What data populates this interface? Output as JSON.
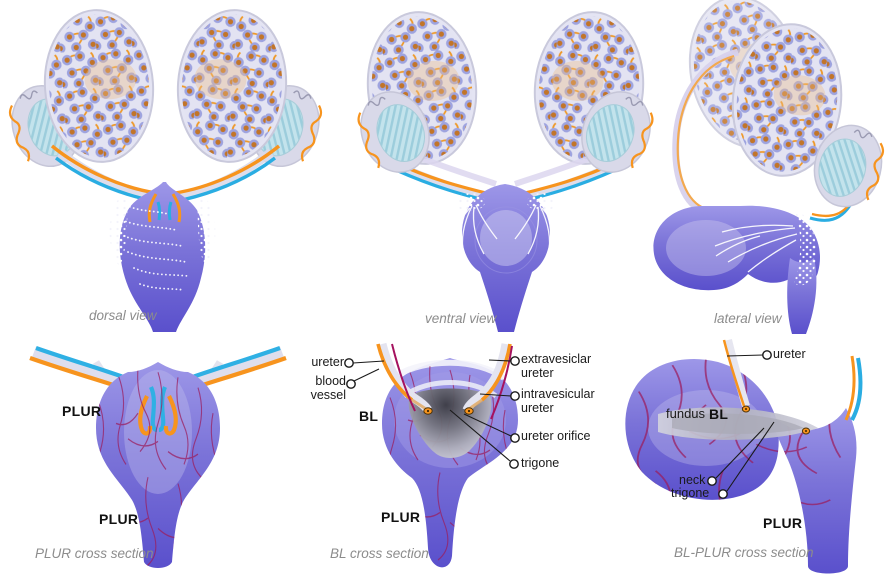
{
  "panels": {
    "dorsal": {
      "caption": "dorsal view"
    },
    "ventral": {
      "caption": "ventral view"
    },
    "lateral": {
      "caption": "lateral view"
    },
    "plur_cross": {
      "caption": "PLUR cross section",
      "labels": {
        "plur_upper": "PLUR",
        "plur_lower": "PLUR"
      }
    },
    "bl_cross": {
      "caption": "BL cross section",
      "labels": {
        "ureter": "ureter",
        "blood_vessel_line1": "blood",
        "blood_vessel_line2": "vessel",
        "bl": "BL",
        "extravesicular_line1": "extravesiclar",
        "extravesicular_line2": "ureter",
        "intravesicular_line1": "intravesicular",
        "intravesicular_line2": "ureter",
        "ureter_orifice": "ureter orifice",
        "trigone": "trigone",
        "plur": "PLUR"
      }
    },
    "bl_plur_cross": {
      "caption": "BL-PLUR cross section",
      "labels": {
        "ureter": "ureter",
        "fundus": "fundus",
        "bl": "BL",
        "neck": "neck",
        "trigone": "trigone",
        "plur": "PLUR"
      }
    }
  },
  "colors": {
    "duct_orange": "#F7941E",
    "duct_cyan": "#29ABE2",
    "organ_purple": "#7B73D8",
    "organ_purple_dark": "#5A50CC",
    "vessel_maroon": "#9C1D5C",
    "tubule_dot_brown": "#C06F1E",
    "tubule_circle_blue": "#9AA0DE",
    "epididymis_blue": "#BFE0EA",
    "trigone_gray": "#3C3C44",
    "caption_gray": "#8C8C8C",
    "label_black": "#1A1A1A",
    "background": "#FFFFFF"
  }
}
